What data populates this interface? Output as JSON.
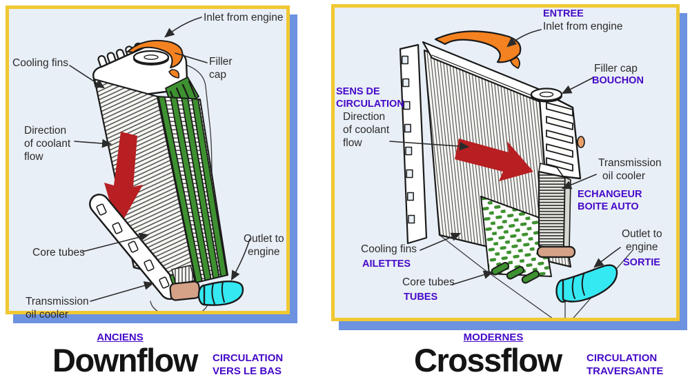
{
  "colors": {
    "panel_background": "#E9EFF6",
    "panel_border_yellow": "#F0C832",
    "panel_shadow_blue": "#6C92E0",
    "accent_purple": "#4509C8",
    "line_black": "#1a1a1a",
    "inlet_orange": "#F58220",
    "flow_arrow_red": "#B71F22",
    "tube_green": "#3E9130",
    "hose_cyan": "#35E9F2",
    "cooler_tan": "#D5A287"
  },
  "downflow_panel": {
    "labels": {
      "inlet": "Inlet from engine",
      "cooling_fins": "Cooling fins",
      "filler_cap": [
        "Filler",
        "cap"
      ],
      "coolant_direction": [
        "Direction",
        "of coolant",
        "flow"
      ],
      "core_tubes": "Core tubes",
      "transmission_oil_cooler": [
        "Transmission",
        "oil cooler"
      ],
      "outlet": [
        "Outlet to",
        "engine"
      ]
    },
    "caption": {
      "era_tag": "ANCIENS",
      "title": "Downflow",
      "subtitle": [
        "CIRCULATION",
        "VERS LE BAS"
      ]
    }
  },
  "crossflow_panel": {
    "labels": {
      "entree": "ENTREE",
      "inlet": "Inlet from engine",
      "filler_cap": "Filler cap",
      "bouchon": "BOUCHON",
      "sens_de_circulation": [
        "SENS DE",
        "CIRCULATION"
      ],
      "coolant_direction": [
        "Direction",
        "of coolant",
        "flow"
      ],
      "transmission_oil_cooler": [
        "Transmission",
        "oil cooler"
      ],
      "echangeur": [
        "ECHANGEUR",
        "BOITE AUTO"
      ],
      "cooling_fins": "Cooling fins",
      "ailettes": "AILETTES",
      "core_tubes": "Core tubes",
      "tubes": "TUBES",
      "outlet": [
        "Outlet to",
        "engine"
      ],
      "sortie": "SORTIE"
    },
    "caption": {
      "era_tag": "MODERNES",
      "title": "Crossflow",
      "subtitle": [
        "CIRCULATION",
        "TRAVERSANTE"
      ]
    }
  }
}
